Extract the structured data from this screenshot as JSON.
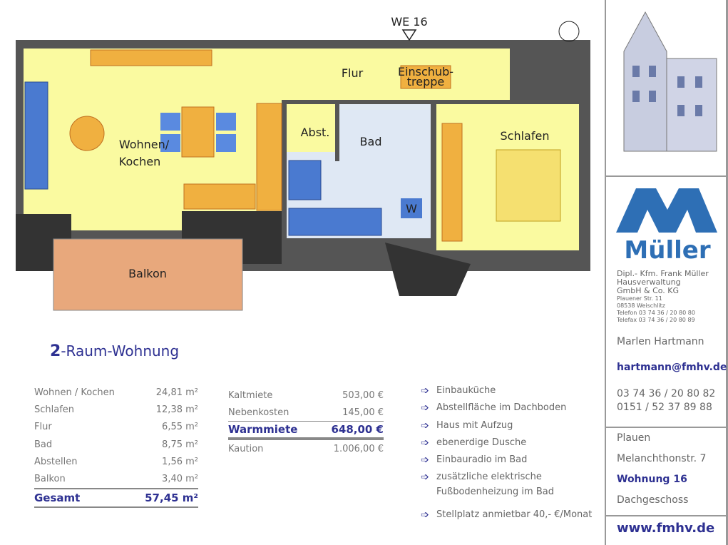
{
  "plan": {
    "unit_label": "WE 16",
    "rooms": {
      "wohnen": "Wohnen/",
      "kochen": "Kochen",
      "flur": "Flur",
      "abst": "Abst.",
      "bad": "Bad",
      "schlafen": "Schlafen",
      "balkon": "Balkon",
      "einschub1": "Einschub-",
      "einschub2": "treppe",
      "washer": "W"
    }
  },
  "title": {
    "number": "2",
    "text": "-Raum-Wohnung"
  },
  "areas": [
    {
      "label": "Wohnen / Kochen",
      "value": "24,81 m²"
    },
    {
      "label": "Schlafen",
      "value": "12,38 m²"
    },
    {
      "label": "Flur",
      "value": "6,55 m²"
    },
    {
      "label": "Bad",
      "value": "8,75 m²"
    },
    {
      "label": "Abstellen",
      "value": "1,56 m²"
    },
    {
      "label": "Balkon",
      "value": "3,40 m²"
    }
  ],
  "area_total": {
    "label": "Gesamt",
    "value": "57,45 m²"
  },
  "rent": {
    "kalt": {
      "label": "Kaltmiete",
      "value": "503,00 €"
    },
    "neben": {
      "label": "Nebenkosten",
      "value": "145,00 €"
    },
    "warm": {
      "label": "Warmmiete",
      "value": "648,00 €"
    },
    "kaution": {
      "label": "Kaution",
      "value": "1.006,00 €"
    }
  },
  "features": [
    "Einbauküche",
    "Abstellfläche im Dachboden",
    "Haus mit Aufzug",
    "ebenerdige Dusche",
    "Einbauradio im Bad",
    "zusätzliche elektrische",
    "Fußbodenheizung im Bad",
    "Stellplatz anmietbar 40,- €/Monat"
  ],
  "company": {
    "logo": "Müller",
    "l1": "Dipl.- Kfm. Frank Müller",
    "l2": "Hausverwaltung",
    "l3": "GmbH & Co. KG",
    "street": "Plauener Str. 11",
    "city": "08538 Weischlitz",
    "tel": "Telefon  03 74 36  /  20 80 80",
    "fax": "Telefax 03 74 36  /  20 80 89"
  },
  "contact": {
    "name": "Marlen Hartmann",
    "email": "hartmann@fmhv.de",
    "phone1": "03 74 36 / 20 80 82",
    "phone2": "0151 / 52 37 89 88"
  },
  "location": {
    "city": "Plauen",
    "street": "Melanchthonstr. 7",
    "unit": "Wohnung 16",
    "floor": "Dachgeschoss"
  },
  "website": "www.fmhv.de",
  "colors": {
    "accent": "#2e3192",
    "wall": "#555555",
    "room": "#fafaa0",
    "bath": "#dfe8f4",
    "balcony": "#e8a87c"
  }
}
